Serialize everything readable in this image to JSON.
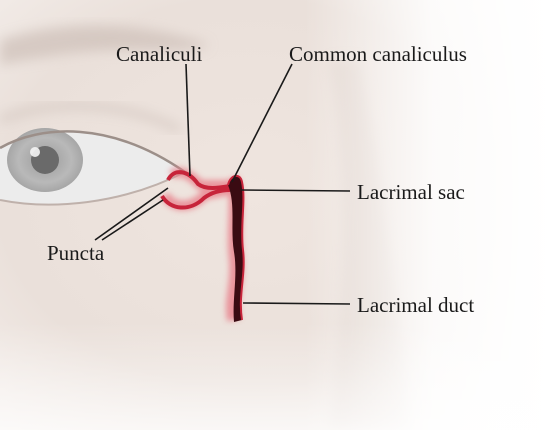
{
  "labels": {
    "canaliculi": "Canaliculi",
    "common_canaliculus": "Common canaliculus",
    "lacrimal_sac": "Lacrimal sac",
    "puncta": "Puncta",
    "lacrimal_duct": "Lacrimal duct"
  },
  "colors": {
    "background": "#ffffff",
    "skin": "#ede2dc",
    "duct": "#c7243a",
    "duct_dark": "#3a0b12",
    "leader_line": "#1a1a1a",
    "label_text": "#1a1a1a"
  }
}
